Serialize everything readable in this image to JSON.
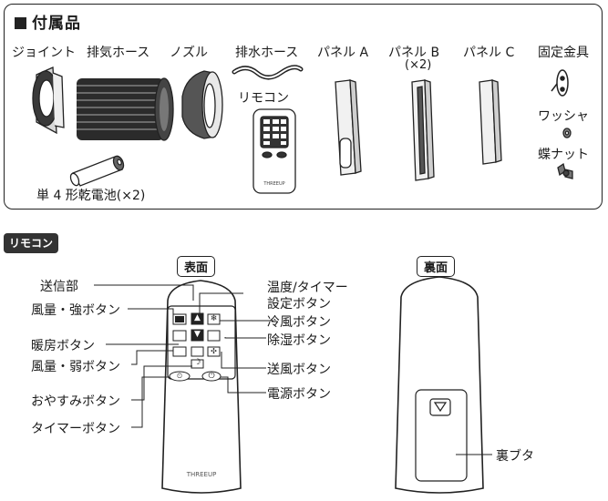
{
  "accessories": {
    "title": "付属品",
    "items": {
      "joint": "ジョイント",
      "exhaust_hose": "排気ホース",
      "nozzle": "ノズル",
      "drain_hose": "排水ホース",
      "panel_a": "パネル A",
      "panel_b": "パネル B",
      "panel_b_qty": "(×2)",
      "panel_c": "パネル C",
      "bracket": "固定金具",
      "remote": "リモコン",
      "washer": "ワッシャ",
      "wing_nut": "蝶ナット",
      "battery": "単 4 形乾電池(×2)"
    }
  },
  "remote_section": {
    "tag": "リモコン",
    "front_label": "表面",
    "back_label": "裏面",
    "callouts": {
      "transmitter": "送信部",
      "fan_high": "風量・強ボタン",
      "heating": "暖房ボタン",
      "fan_low": "風量・弱ボタン",
      "sleep": "おやすみボタン",
      "timer": "タイマーボタン",
      "temp_timer_1": "温度/タイマー",
      "temp_timer_2": "設定ボタン",
      "cooling": "冷風ボタン",
      "dehumidify": "除湿ボタン",
      "fan": "送風ボタン",
      "power": "電源ボタン",
      "back_cover": "裏ブタ"
    },
    "brand": "THREEUP",
    "icons": {
      "up": "▲",
      "down": "▼",
      "snow": "❄",
      "drop": "💧",
      "moon": "☽",
      "power": "⏻",
      "clock": "⏲",
      "fan": "✣"
    }
  }
}
